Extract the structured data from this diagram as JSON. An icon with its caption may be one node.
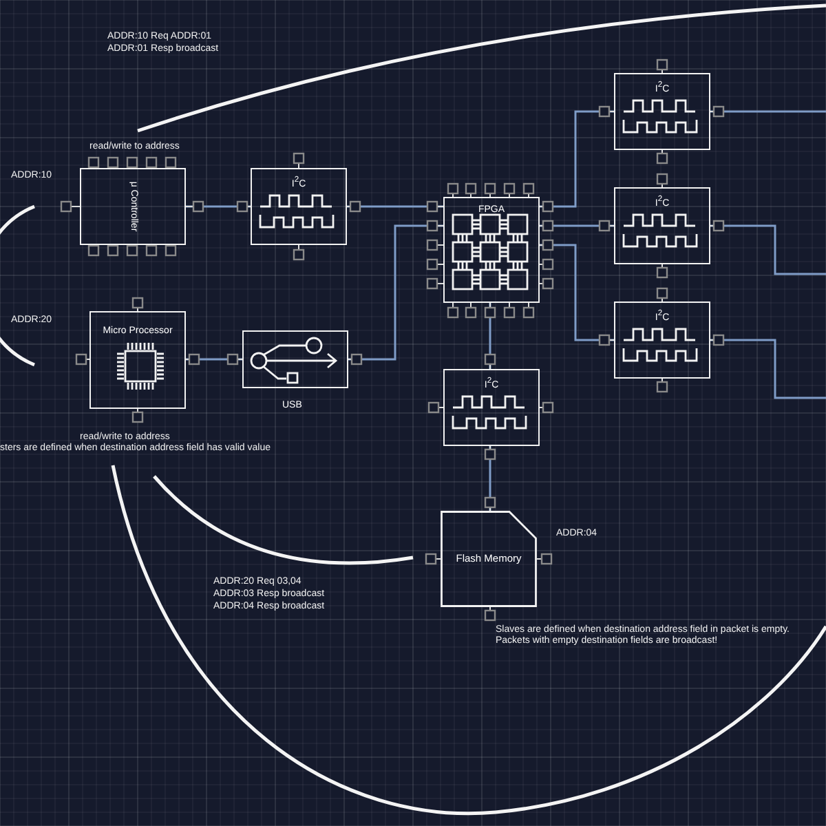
{
  "diagram": {
    "nodes": [
      {
        "text": [
          "μ Controller"
        ]
      },
      {
        "text": [
          "I$^{2}$C"
        ]
      },
      {
        "text": [
          "Micro Processor"
        ]
      },
      {
        "text": [],
        "shape": "box",
        "beside": [
          "USB"
        ]
      },
      {
        "text": [
          "FPGA"
        ]
      },
      {
        "text": [
          "I$^{2}$C"
        ]
      },
      {
        "text": [
          "I$^{2}$C"
        ]
      },
      {
        "text": [
          "I$^{2}$C"
        ]
      },
      {
        "text": [
          "I$^{2}$C"
        ]
      },
      {
        "text": [
          "Flash Memory"
        ]
      }
    ],
    "edges": [
      {
        "from": 0,
        "to": 1,
        "arrow": "none"
      },
      {
        "from": 1,
        "to": 4,
        "arrow": "none"
      },
      {
        "from": 2,
        "to": 3,
        "arrow": "none"
      },
      {
        "from": 3,
        "to": 4,
        "arrow": "none"
      },
      {
        "from": 4,
        "to": 5,
        "arrow": "none"
      },
      {
        "from": 4,
        "to": 6,
        "arrow": "none"
      },
      {
        "from": 4,
        "to": 7,
        "arrow": "none"
      },
      {
        "from": 4,
        "to": 8,
        "arrow": "none"
      },
      {
        "from": 8,
        "to": 9,
        "arrow": "none"
      },
      {
        "from": 5,
        "to": null,
        "arrow": "none"
      },
      {
        "from": 6,
        "to": null,
        "arrow": "none"
      },
      {
        "from": 7,
        "to": null,
        "arrow": "none"
      }
    ],
    "labels": [
      "ADDR:10 Req ADDR:01",
      "ADDR:01 Resp broadcast",
      "read/write to address",
      "ADDR:10",
      "ADDR:20",
      "read/write to address",
      "sters are defined when destination address field has valid value",
      "ADDR:20 Req 03,04",
      "ADDR:03 Resp broadcast",
      "ADDR:04 Resp broadcast",
      "ADDR:04",
      "Slaves are defined when destination address field in packet is empty.",
      "Packets with empty destination fields are broadcast!"
    ]
  }
}
